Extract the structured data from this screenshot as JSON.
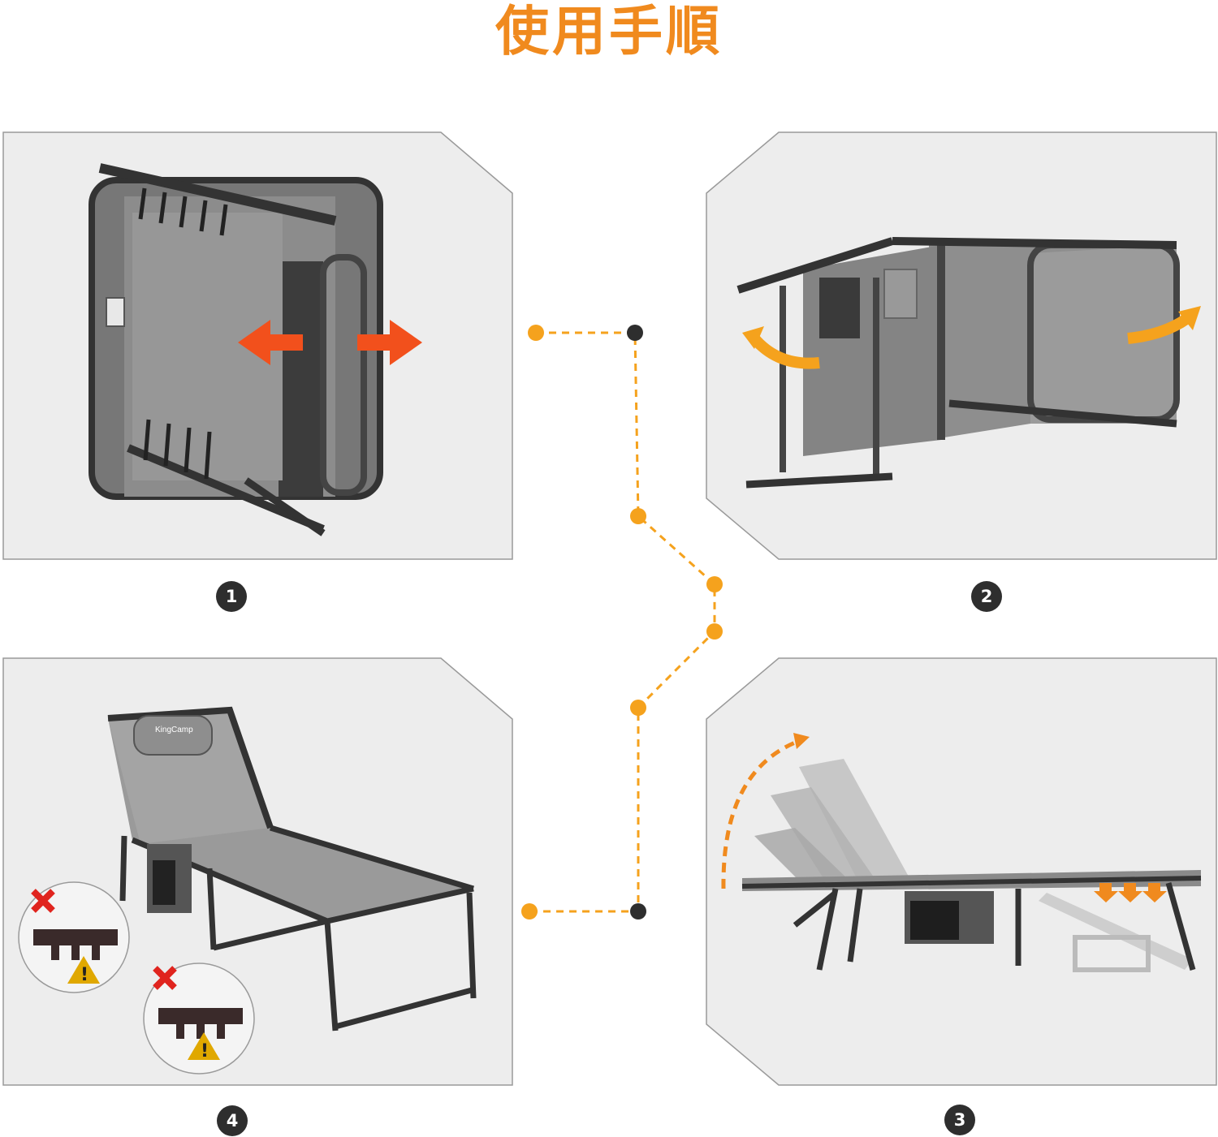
{
  "page": {
    "title": "使用手順",
    "colors": {
      "title": "#F08A1E",
      "accent_orange": "#F5A21D",
      "arrow_red": "#F2501C",
      "panel_bg": "#EDEDED",
      "panel_border": "#9A9A9A",
      "fabric": "#8A8A8A",
      "frame": "#3A3A3A",
      "badge": "#2E2E2E",
      "warning": "#E0A800",
      "cross": "#E0241E"
    }
  },
  "steps": [
    {
      "number": "1",
      "icon": "folded-chair-unfold-arrows-icon"
    },
    {
      "number": "2",
      "icon": "chair-opening-arrows-icon"
    },
    {
      "number": "3",
      "icon": "chair-recline-adjust-icon"
    },
    {
      "number": "4",
      "icon": "chair-ready-warning-icon"
    }
  ],
  "brand": {
    "logo_text": "KingCamp"
  }
}
